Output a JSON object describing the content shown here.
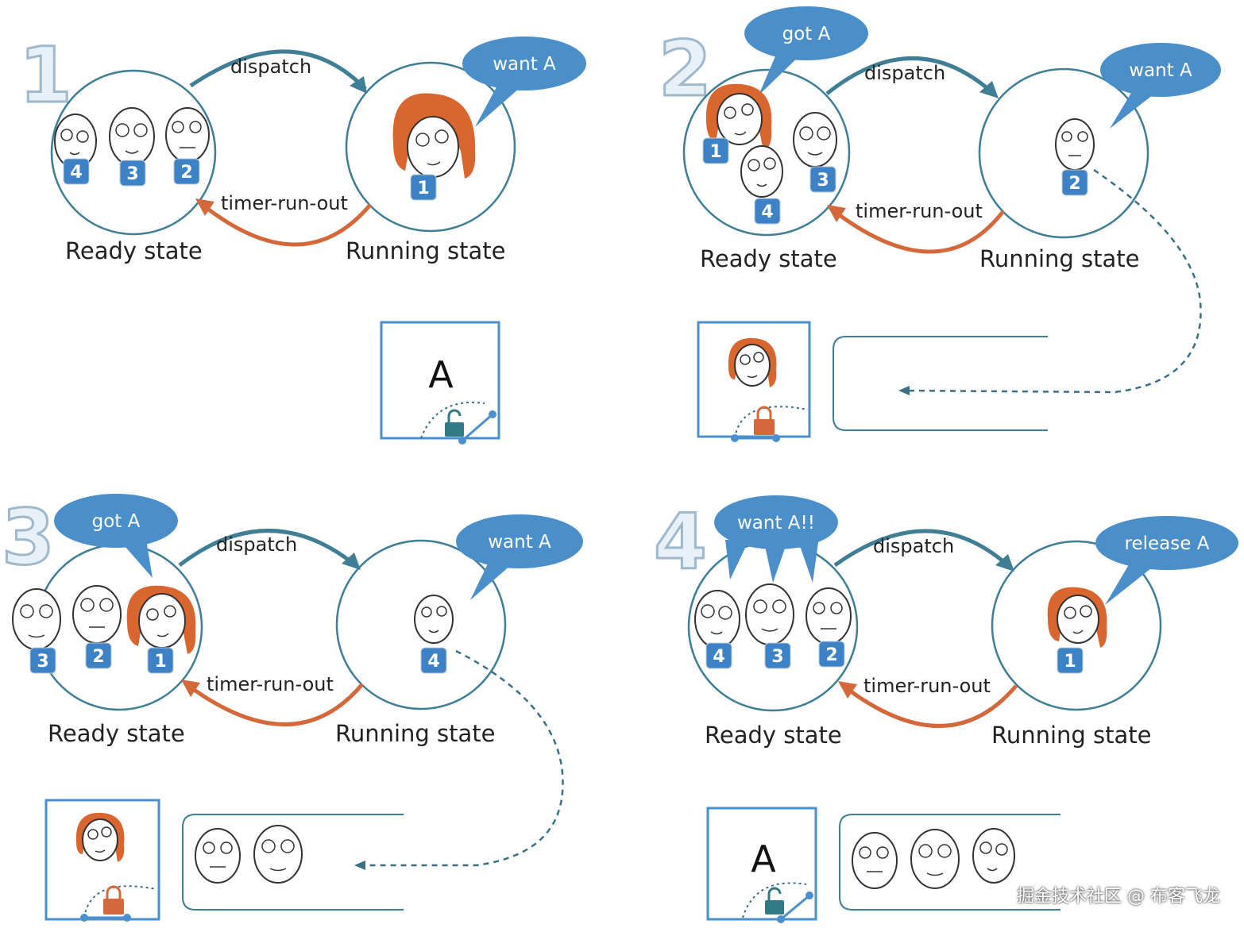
{
  "colors": {
    "circle": "#3f7e95",
    "dispatch": "#3f7e95",
    "timer": "#d4683a",
    "bubble": "#4a8fc9",
    "box": "#4a8fd0",
    "tag": "#3d82c4",
    "hair": "#d9662f",
    "lock_locked": "#d4683a",
    "lock_open": "#2f7b86",
    "dotted": "#3a6f85"
  },
  "labels": {
    "ready_state": "Ready state",
    "running_state": "Running state",
    "dispatch": "dispatch",
    "timer_run_out": "timer-run-out"
  },
  "resource_name": "A",
  "watermark": "掘金技术社区 @ 布客飞龙",
  "panels": [
    {
      "number": "1",
      "ready_bubble": "",
      "running_bubble": "want A",
      "ready_tags": [
        "4",
        "3",
        "2"
      ],
      "running_tag": "1",
      "lock": "open",
      "waiting_queue": false
    },
    {
      "number": "2",
      "ready_bubble": "got A",
      "running_bubble": "want A",
      "ready_tags": [
        "1",
        "3",
        "4"
      ],
      "running_tag": "2",
      "lock": "locked",
      "waiting_queue": true
    },
    {
      "number": "3",
      "ready_bubble": "got A",
      "running_bubble": "want A",
      "ready_tags": [
        "3",
        "2",
        "1"
      ],
      "running_tag": "4",
      "lock": "locked",
      "waiting_queue": true
    },
    {
      "number": "4",
      "ready_bubble": "want A!!",
      "running_bubble": "release A",
      "ready_tags": [
        "4",
        "3",
        "2"
      ],
      "running_tag": "1",
      "lock": "open",
      "waiting_queue": true
    }
  ]
}
